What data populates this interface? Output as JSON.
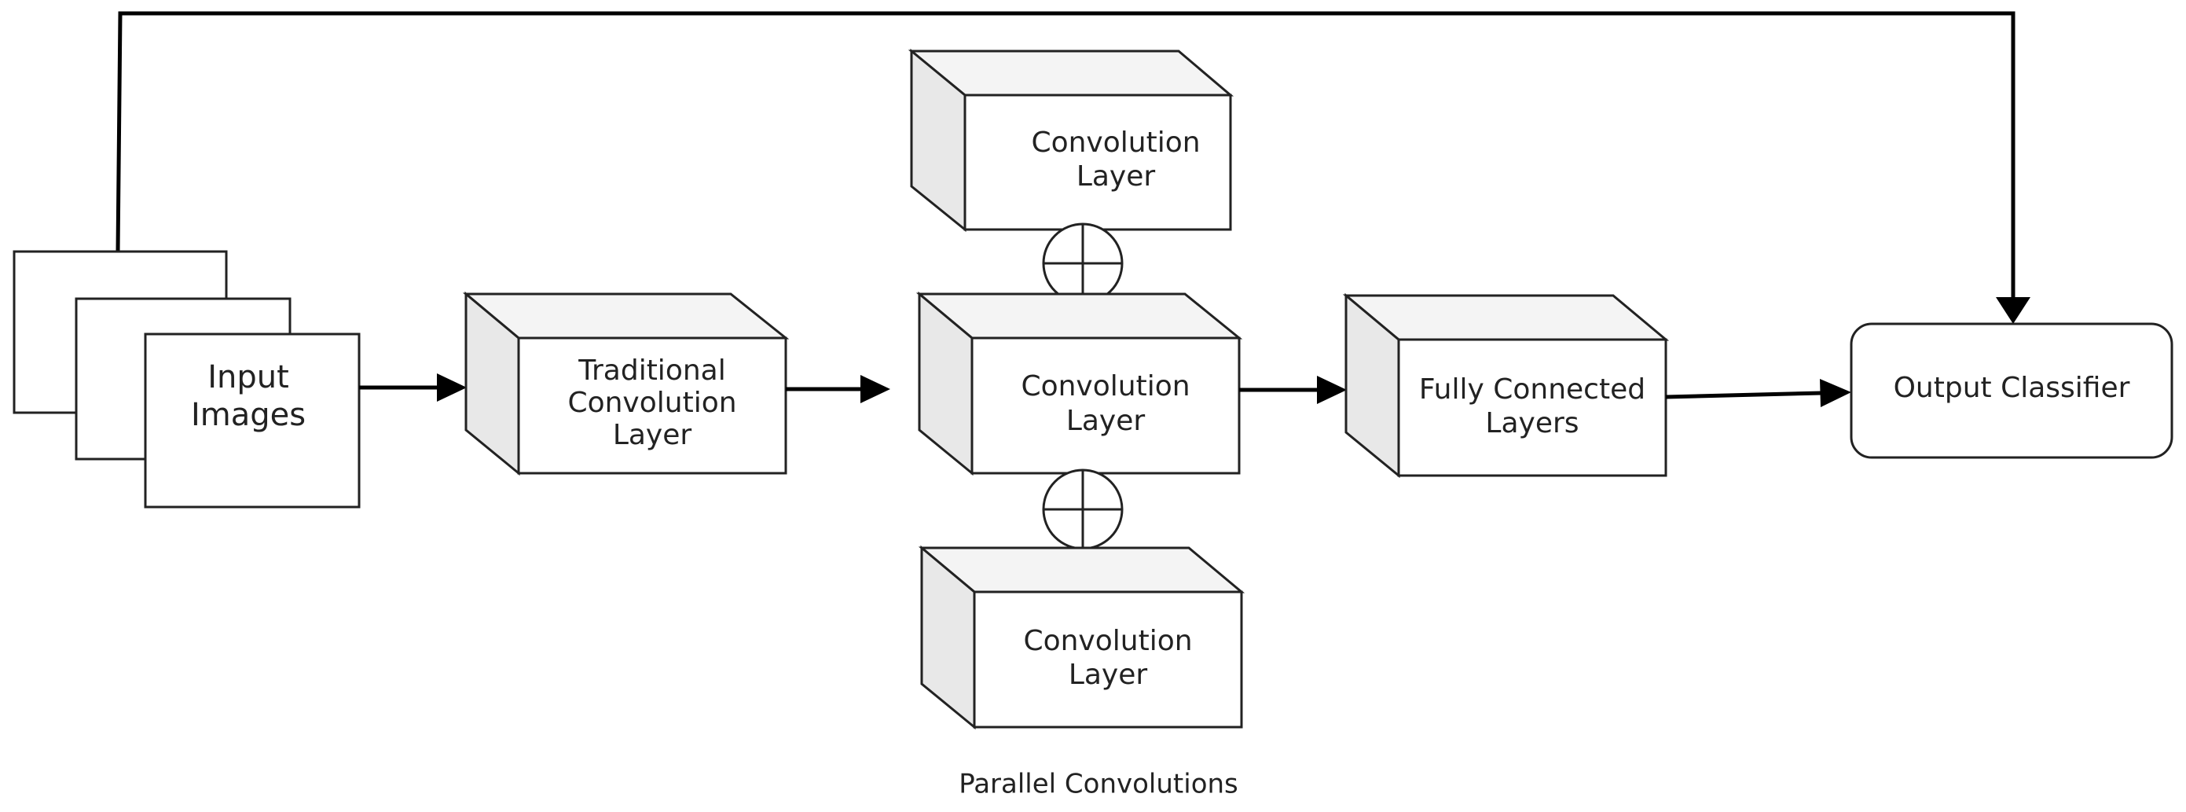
{
  "diagram": {
    "input_images": {
      "line1": "Input",
      "line2": "Images"
    },
    "traditional_conv": {
      "line1": "Traditional",
      "line2": "Convolution",
      "line3": "Layer"
    },
    "conv_top": {
      "line1": "Convolution",
      "line2": "Layer"
    },
    "conv_middle": {
      "line1": "Convolution",
      "line2": "Layer"
    },
    "conv_bottom": {
      "line1": "Convolution",
      "line2": "Layer"
    },
    "fully_connected": {
      "line1": "Fully Connected",
      "line2": "Layers"
    },
    "output_classifier": {
      "label": "Output Classifier"
    },
    "parallel_caption": "Parallel Convolutions"
  },
  "colors": {
    "stroke": "#222222",
    "arrow": "#000000",
    "box_side_fill": "#e8e8e8",
    "box_top_fill": "#f4f4f4",
    "box_front_fill": "#ffffff"
  }
}
